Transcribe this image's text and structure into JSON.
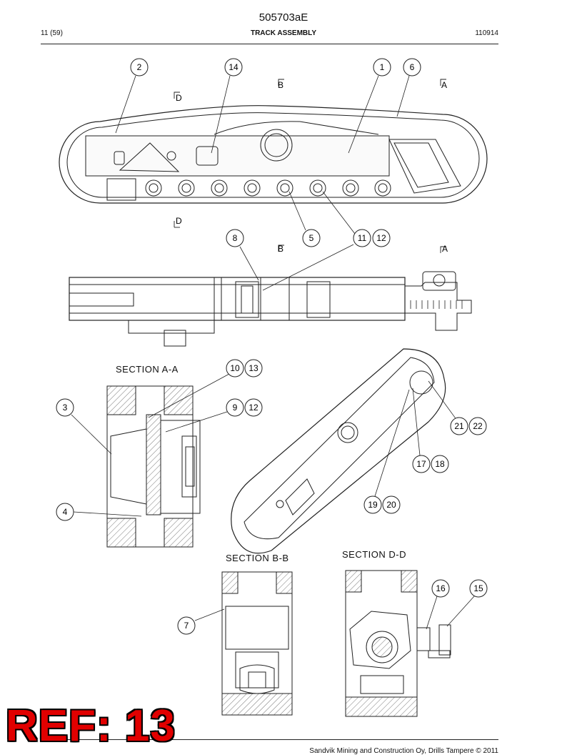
{
  "header": {
    "doc_number": "505703aE",
    "page_count": "11 (59)",
    "sheet_title": "TRACK ASSEMBLY",
    "date_code": "110914"
  },
  "footer": {
    "company": "Sandvik Mining and Construction Oy, Drills Tampere © 2011"
  },
  "stamp": {
    "text": "REF: 13"
  },
  "sections": {
    "a": "SECTION  A-A",
    "b": "SECTION  B-B",
    "d": "SECTION  D-D"
  },
  "cut_markers": {
    "a": "A",
    "b": "B",
    "d": "D"
  },
  "callouts": [
    "1",
    "2",
    "3",
    "4",
    "5",
    "6",
    "7",
    "8",
    "9",
    "10",
    "11",
    "12",
    "13",
    "14",
    "15",
    "16",
    "17",
    "18",
    "19",
    "20",
    "21",
    "22"
  ]
}
